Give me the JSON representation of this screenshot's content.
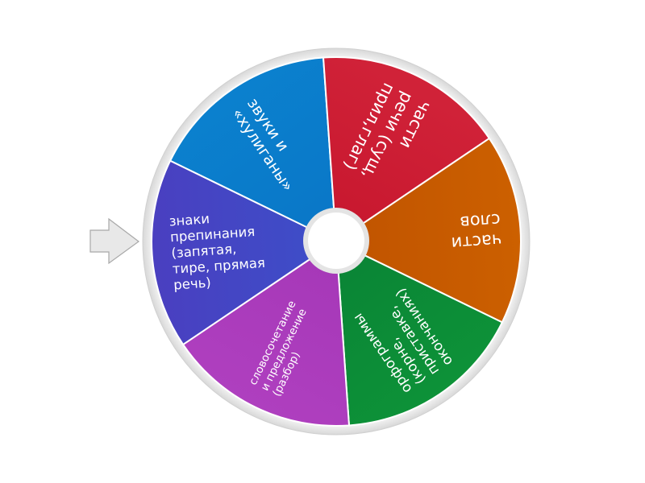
{
  "wheel": {
    "segments": [
      {
        "lines": [
          "знаки",
          "препинания",
          "(запятая,",
          "тире, прямая",
          "речь)"
        ],
        "color": "#3c4fc9",
        "color2": "#4a3fc0",
        "size": 16.5
      },
      {
        "lines": [
          "звуки и",
          "«хулиганы»"
        ],
        "color": "#0a78c8",
        "color2": "#0b82cf",
        "size": 19
      },
      {
        "lines": [
          "части",
          "речи (сущ,",
          "прил,глаг)"
        ],
        "color": "#c8182f",
        "color2": "#d2243a",
        "size": 21
      },
      {
        "lines": [
          "части",
          "слов"
        ],
        "color": "#c05300",
        "color2": "#cc6000",
        "size": 21
      },
      {
        "lines": [
          "орфограммы",
          "(корне,",
          "приставке,",
          "окончаниях)"
        ],
        "color": "#0a8636",
        "color2": "#0e9438",
        "size": 17
      },
      {
        "lines": [
          "словосочетание",
          "и предложение",
          "(разбор)"
        ],
        "color": "#a638b8",
        "color2": "#b040c0",
        "size": 13.5
      }
    ]
  },
  "pointer": {
    "icon": "arrow-right-icon",
    "color": "#e8e8e8"
  }
}
